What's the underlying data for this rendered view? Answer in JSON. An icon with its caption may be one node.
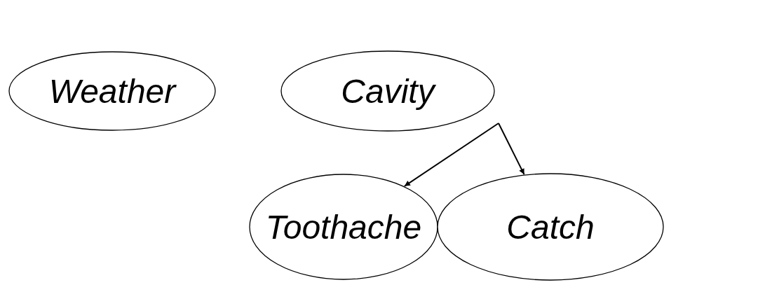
{
  "diagram": {
    "nodes": [
      {
        "text": [
          "Weather"
        ]
      },
      {
        "text": [
          "Cavity"
        ]
      },
      {
        "text": [
          "Toothache"
        ]
      },
      {
        "text": [
          "Catch"
        ]
      }
    ],
    "edges": [
      {
        "from": 1,
        "to": 2,
        "arrow": "to"
      },
      {
        "from": 1,
        "to": 3,
        "arrow": "to"
      }
    ]
  }
}
